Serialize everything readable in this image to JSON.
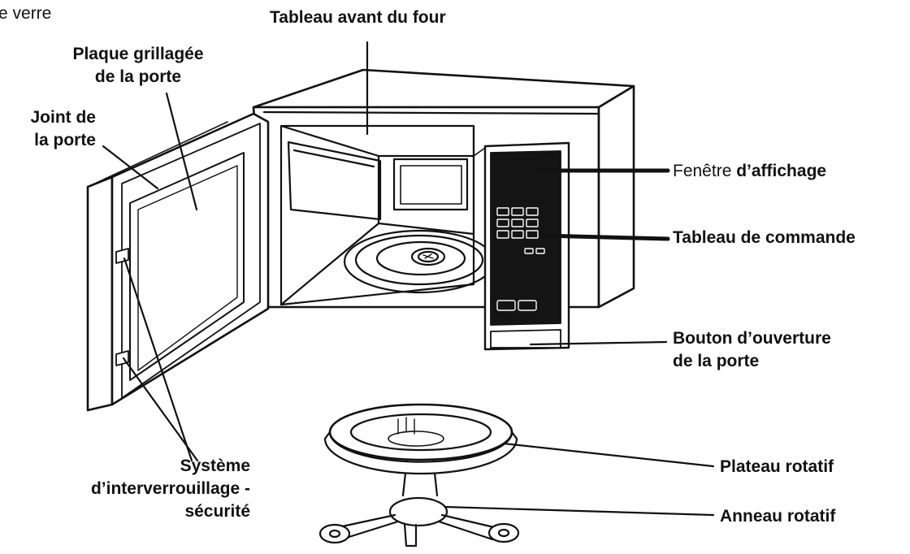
{
  "labels": {
    "top_left_partial": "e verre",
    "front_panel": "Tableau avant du four",
    "door_mesh_line1": "Plaque grillagée",
    "door_mesh_line2": "de la porte",
    "door_seal_line1": "Joint de",
    "door_seal_line2": "la porte",
    "display_window_prefix": "Fenêtre ",
    "display_window_suffix": "d’affichage",
    "control_panel": "Tableau de commande",
    "door_button_line1": "Bouton d’ouverture",
    "door_button_line2": "de la porte",
    "turntable": "Plateau rotatif",
    "ring": "Anneau rotatif",
    "interlock_line1": "Système",
    "interlock_line2": "d’interverrouillage -",
    "interlock_line3": "sécurité"
  },
  "colors": {
    "line": "#111111",
    "display_panel": "#141414"
  }
}
